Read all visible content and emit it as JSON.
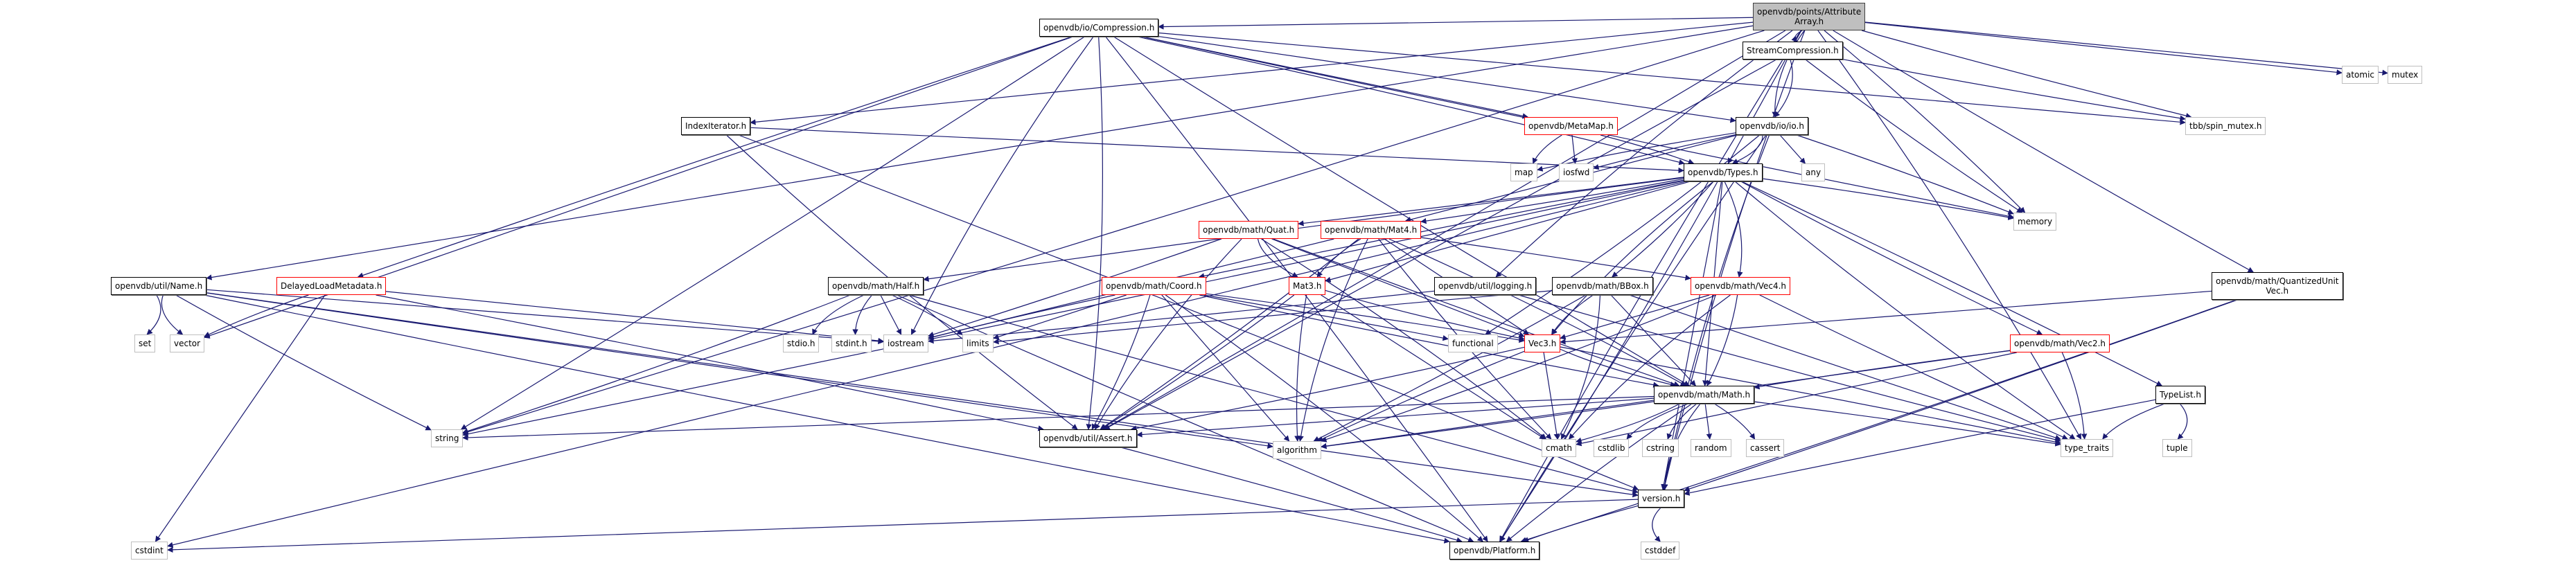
{
  "graph": {
    "title": "openvdb/points/AttributeArray.h",
    "colors": {
      "edge": "#191970",
      "internal_border": "#000000",
      "external_border": "#bfbfbf",
      "incomplete_border": "#ff0000",
      "root_fill": "#bfbfbf"
    },
    "nodes": [
      {
        "id": "root",
        "label": "openvdb/points/Attribute\nArray.h",
        "kind": "root"
      },
      {
        "id": "compression",
        "label": "openvdb/io/Compression.h",
        "kind": "internal"
      },
      {
        "id": "streamcomp",
        "label": "StreamCompression.h",
        "kind": "internal"
      },
      {
        "id": "atomic",
        "label": "atomic",
        "kind": "external"
      },
      {
        "id": "mutex",
        "label": "mutex",
        "kind": "external"
      },
      {
        "id": "indexiter",
        "label": "IndexIterator.h",
        "kind": "internal"
      },
      {
        "id": "metamap",
        "label": "openvdb/MetaMap.h",
        "kind": "red"
      },
      {
        "id": "ioh",
        "label": "openvdb/io/io.h",
        "kind": "internal"
      },
      {
        "id": "spinmutex",
        "label": "tbb/spin_mutex.h",
        "kind": "external"
      },
      {
        "id": "map",
        "label": "map",
        "kind": "external"
      },
      {
        "id": "iosfwd",
        "label": "iosfwd",
        "kind": "external"
      },
      {
        "id": "types",
        "label": "openvdb/Types.h",
        "kind": "internal"
      },
      {
        "id": "any",
        "label": "any",
        "kind": "external"
      },
      {
        "id": "memory",
        "label": "memory",
        "kind": "external"
      },
      {
        "id": "quat",
        "label": "openvdb/math/Quat.h",
        "kind": "red"
      },
      {
        "id": "mat4",
        "label": "openvdb/math/Mat4.h",
        "kind": "red"
      },
      {
        "id": "name",
        "label": "openvdb/util/Name.h",
        "kind": "internal"
      },
      {
        "id": "delayed",
        "label": "DelayedLoadMetadata.h",
        "kind": "red"
      },
      {
        "id": "half",
        "label": "openvdb/math/Half.h",
        "kind": "internal"
      },
      {
        "id": "coord",
        "label": "openvdb/math/Coord.h",
        "kind": "red"
      },
      {
        "id": "mat3",
        "label": "Mat3.h",
        "kind": "red"
      },
      {
        "id": "logging",
        "label": "openvdb/util/logging.h",
        "kind": "internal"
      },
      {
        "id": "bbox",
        "label": "openvdb/math/BBox.h",
        "kind": "internal"
      },
      {
        "id": "vec4",
        "label": "openvdb/math/Vec4.h",
        "kind": "red"
      },
      {
        "id": "quvec",
        "label": "openvdb/math/QuantizedUnit\nVec.h",
        "kind": "internal"
      },
      {
        "id": "set",
        "label": "set",
        "kind": "external"
      },
      {
        "id": "vector",
        "label": "vector",
        "kind": "external"
      },
      {
        "id": "stdio",
        "label": "stdio.h",
        "kind": "external"
      },
      {
        "id": "stdint",
        "label": "stdint.h",
        "kind": "external"
      },
      {
        "id": "iostream",
        "label": "iostream",
        "kind": "external"
      },
      {
        "id": "limits",
        "label": "limits",
        "kind": "external"
      },
      {
        "id": "functional",
        "label": "functional",
        "kind": "external"
      },
      {
        "id": "vec3",
        "label": "Vec3.h",
        "kind": "red"
      },
      {
        "id": "vec2",
        "label": "openvdb/math/Vec2.h",
        "kind": "red"
      },
      {
        "id": "typelist",
        "label": "TypeList.h",
        "kind": "internal"
      },
      {
        "id": "mathh",
        "label": "openvdb/math/Math.h",
        "kind": "internal"
      },
      {
        "id": "string",
        "label": "string",
        "kind": "external"
      },
      {
        "id": "assert",
        "label": "openvdb/util/Assert.h",
        "kind": "internal"
      },
      {
        "id": "algorithm",
        "label": "algorithm",
        "kind": "external"
      },
      {
        "id": "cmath",
        "label": "cmath",
        "kind": "external"
      },
      {
        "id": "cstdlib",
        "label": "cstdlib",
        "kind": "external"
      },
      {
        "id": "cstring",
        "label": "cstring",
        "kind": "external"
      },
      {
        "id": "random",
        "label": "random",
        "kind": "external"
      },
      {
        "id": "cassert",
        "label": "cassert",
        "kind": "external"
      },
      {
        "id": "type_traits",
        "label": "type_traits",
        "kind": "external"
      },
      {
        "id": "tuple",
        "label": "tuple",
        "kind": "external"
      },
      {
        "id": "version",
        "label": "version.h",
        "kind": "internal"
      },
      {
        "id": "cstdint",
        "label": "cstdint",
        "kind": "external"
      },
      {
        "id": "cstddef",
        "label": "cstddef",
        "kind": "external"
      },
      {
        "id": "platform",
        "label": "openvdb/Platform.h",
        "kind": "internal"
      }
    ],
    "edges": [
      [
        "root",
        "compression"
      ],
      [
        "root",
        "streamcomp"
      ],
      [
        "root",
        "atomic"
      ],
      [
        "root",
        "mutex"
      ],
      [
        "root",
        "indexiter"
      ],
      [
        "root",
        "ioh"
      ],
      [
        "root",
        "spinmutex"
      ],
      [
        "root",
        "types"
      ],
      [
        "root",
        "memory"
      ],
      [
        "root",
        "name"
      ],
      [
        "root",
        "logging"
      ],
      [
        "root",
        "quvec"
      ],
      [
        "root",
        "string"
      ],
      [
        "root",
        "assert"
      ],
      [
        "root",
        "type_traits"
      ],
      [
        "root",
        "version"
      ],
      [
        "root",
        "platform"
      ],
      [
        "compression",
        "metamap"
      ],
      [
        "compression",
        "ioh"
      ],
      [
        "compression",
        "types"
      ],
      [
        "compression",
        "memory"
      ],
      [
        "compression",
        "delayed"
      ],
      [
        "compression",
        "vector"
      ],
      [
        "compression",
        "string"
      ],
      [
        "compression",
        "assert"
      ],
      [
        "compression",
        "iostream"
      ],
      [
        "compression",
        "mathh"
      ],
      [
        "compression",
        "spinmutex"
      ],
      [
        "compression",
        "platform"
      ],
      [
        "streamcomp",
        "ioh"
      ],
      [
        "streamcomp",
        "spinmutex"
      ],
      [
        "streamcomp",
        "memory"
      ],
      [
        "streamcomp",
        "assert"
      ],
      [
        "indexiter",
        "types"
      ],
      [
        "indexiter",
        "version"
      ],
      [
        "indexiter",
        "assert"
      ],
      [
        "metamap",
        "map"
      ],
      [
        "metamap",
        "iosfwd"
      ],
      [
        "metamap",
        "types"
      ],
      [
        "ioh",
        "types"
      ],
      [
        "ioh",
        "map"
      ],
      [
        "ioh",
        "iosfwd"
      ],
      [
        "ioh",
        "any"
      ],
      [
        "ioh",
        "memory"
      ],
      [
        "ioh",
        "functional"
      ],
      [
        "ioh",
        "version"
      ],
      [
        "ioh",
        "platform"
      ],
      [
        "ioh",
        "mat4"
      ],
      [
        "types",
        "quat"
      ],
      [
        "types",
        "mat4"
      ],
      [
        "types",
        "half"
      ],
      [
        "types",
        "coord"
      ],
      [
        "types",
        "mat3"
      ],
      [
        "types",
        "bbox"
      ],
      [
        "types",
        "vec4"
      ],
      [
        "types",
        "vec3"
      ],
      [
        "types",
        "vec2"
      ],
      [
        "types",
        "mathh"
      ],
      [
        "types",
        "typelist"
      ],
      [
        "types",
        "memory"
      ],
      [
        "types",
        "type_traits"
      ],
      [
        "types",
        "cstdint"
      ],
      [
        "types",
        "version"
      ],
      [
        "types",
        "platform"
      ],
      [
        "types",
        "string"
      ],
      [
        "quat",
        "mat3"
      ],
      [
        "quat",
        "mathh"
      ],
      [
        "quat",
        "vec3"
      ],
      [
        "quat",
        "iostream"
      ],
      [
        "quat",
        "cmath"
      ],
      [
        "quat",
        "assert"
      ],
      [
        "mat4",
        "mat3"
      ],
      [
        "mat4",
        "vec3"
      ],
      [
        "mat4",
        "vec4"
      ],
      [
        "mat4",
        "mathh"
      ],
      [
        "mat4",
        "algorithm"
      ],
      [
        "mat4",
        "cmath"
      ],
      [
        "mat4",
        "iostream"
      ],
      [
        "mat4",
        "assert"
      ],
      [
        "name",
        "set"
      ],
      [
        "name",
        "vector"
      ],
      [
        "name",
        "string"
      ],
      [
        "name",
        "iostream"
      ],
      [
        "name",
        "algorithm"
      ],
      [
        "name",
        "version"
      ],
      [
        "name",
        "platform"
      ],
      [
        "delayed",
        "vector"
      ],
      [
        "delayed",
        "cstdint"
      ],
      [
        "delayed",
        "iostream"
      ],
      [
        "delayed",
        "assert"
      ],
      [
        "half",
        "stdio"
      ],
      [
        "half",
        "stdint"
      ],
      [
        "half",
        "iostream"
      ],
      [
        "half",
        "limits"
      ],
      [
        "half",
        "string"
      ],
      [
        "half",
        "version"
      ],
      [
        "half",
        "platform"
      ],
      [
        "coord",
        "limits"
      ],
      [
        "coord",
        "functional"
      ],
      [
        "coord",
        "vec3"
      ],
      [
        "coord",
        "mathh"
      ],
      [
        "coord",
        "iostream"
      ],
      [
        "coord",
        "algorithm"
      ],
      [
        "coord",
        "assert"
      ],
      [
        "coord",
        "platform"
      ],
      [
        "mat3",
        "vec3"
      ],
      [
        "mat3",
        "algorithm"
      ],
      [
        "mat3",
        "cmath"
      ],
      [
        "mat3",
        "assert"
      ],
      [
        "logging",
        "iostream"
      ],
      [
        "logging",
        "type_traits"
      ],
      [
        "bbox",
        "vec3"
      ],
      [
        "bbox",
        "mathh"
      ],
      [
        "bbox",
        "algorithm"
      ],
      [
        "bbox",
        "cmath"
      ],
      [
        "bbox",
        "limits"
      ],
      [
        "bbox",
        "type_traits"
      ],
      [
        "vec4",
        "vec3"
      ],
      [
        "vec4",
        "mathh"
      ],
      [
        "vec4",
        "algorithm"
      ],
      [
        "vec4",
        "cmath"
      ],
      [
        "vec4",
        "type_traits"
      ],
      [
        "quvec",
        "vec3"
      ],
      [
        "quvec",
        "version"
      ],
      [
        "quvec",
        "platform"
      ],
      [
        "vec3",
        "mathh"
      ],
      [
        "vec3",
        "algorithm"
      ],
      [
        "vec3",
        "cmath"
      ],
      [
        "vec3",
        "type_traits"
      ],
      [
        "vec3",
        "assert"
      ],
      [
        "vec2",
        "mathh"
      ],
      [
        "vec2",
        "algorithm"
      ],
      [
        "vec2",
        "cmath"
      ],
      [
        "vec2",
        "type_traits"
      ],
      [
        "typelist",
        "tuple"
      ],
      [
        "typelist",
        "type_traits"
      ],
      [
        "typelist",
        "version"
      ],
      [
        "mathh",
        "assert"
      ],
      [
        "mathh",
        "algorithm"
      ],
      [
        "mathh",
        "cmath"
      ],
      [
        "mathh",
        "cstdlib"
      ],
      [
        "mathh",
        "cstring"
      ],
      [
        "mathh",
        "random"
      ],
      [
        "mathh",
        "cassert"
      ],
      [
        "mathh",
        "type_traits"
      ],
      [
        "mathh",
        "version"
      ],
      [
        "mathh",
        "platform"
      ],
      [
        "mathh",
        "string"
      ],
      [
        "assert",
        "platform"
      ],
      [
        "version",
        "cstdint"
      ],
      [
        "version",
        "cstddef"
      ],
      [
        "version",
        "platform"
      ]
    ]
  }
}
